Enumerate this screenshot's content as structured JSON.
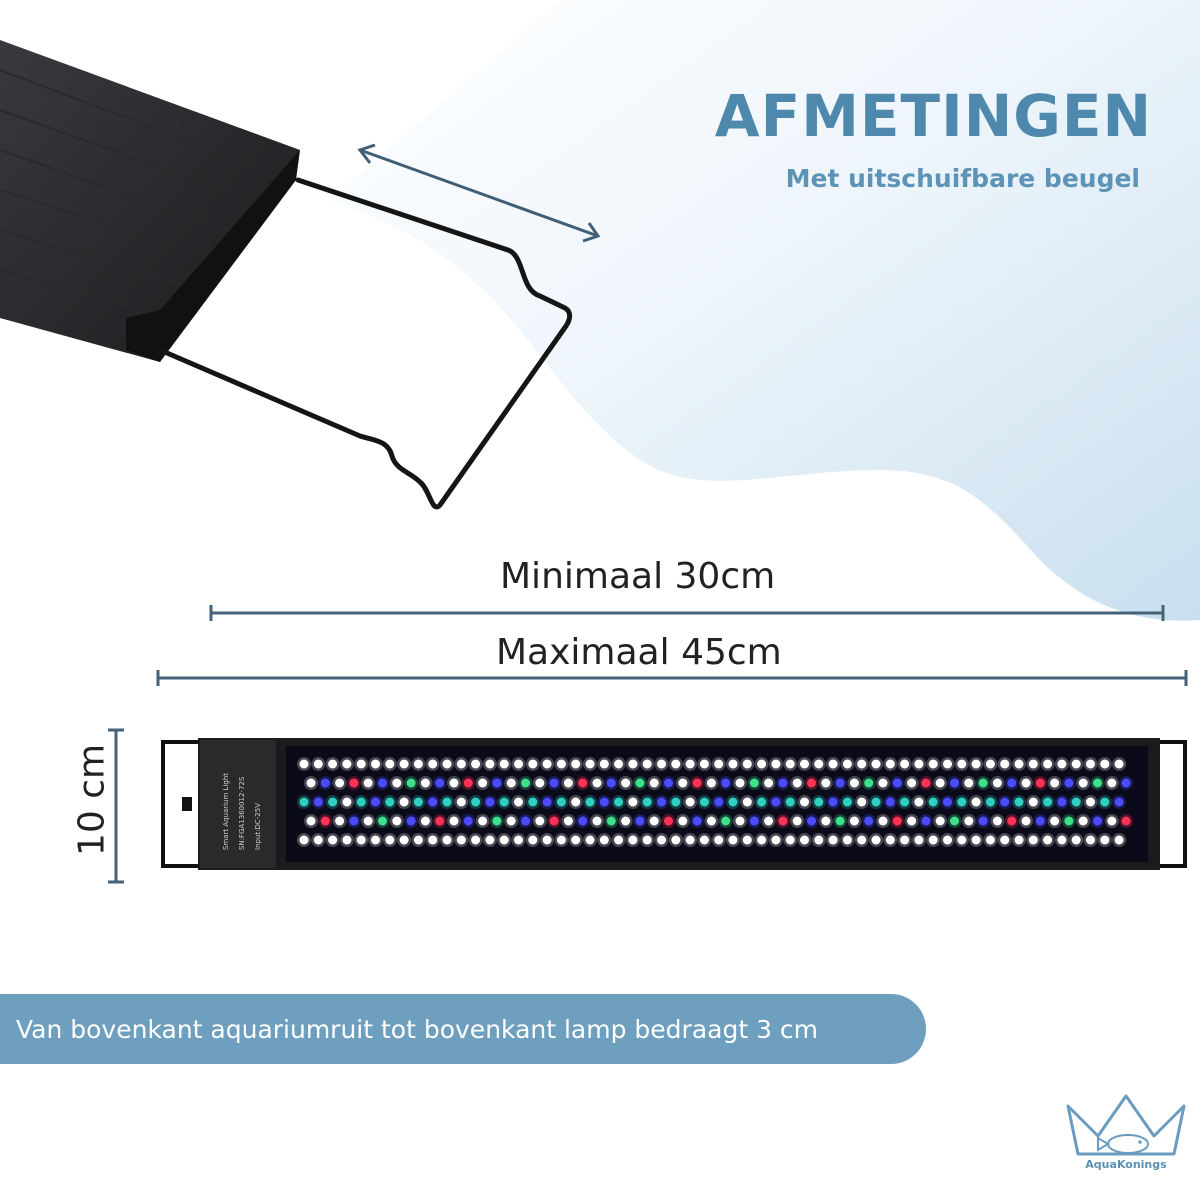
{
  "header": {
    "title": "AFMETINGEN",
    "subtitle": "Met uitschuifbare beugel"
  },
  "dimensions": {
    "minimum": "Minimaal 30cm",
    "maximum": "Maximaal 45cm",
    "height": "10 cm"
  },
  "banner": {
    "text": "Van bovenkant aquariumruit tot bovenkant lamp bedraagt 3 cm"
  },
  "lamp": {
    "labels": [
      "Smart Aquarium Light",
      "SN:FGA1360012-72S",
      "Input:DC-25V"
    ],
    "led_colors": [
      "#ffffff",
      "#4b4bff",
      "#2fd0c0",
      "#ff3355",
      "#3ee08a"
    ]
  },
  "logo": {
    "name": "AquaKonings"
  },
  "colors": {
    "accent": "#4f88ad",
    "wave": "#d8e8f4",
    "banner": "#6e9fbf",
    "lines": "#45637a"
  }
}
